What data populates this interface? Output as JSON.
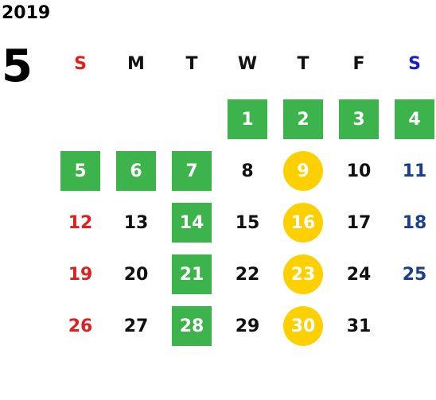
{
  "calendar": {
    "year": "2019",
    "month": "5",
    "weekdays": [
      {
        "label": "S",
        "color": "#e02020"
      },
      {
        "label": "M",
        "color": "#111111"
      },
      {
        "label": "T",
        "color": "#111111"
      },
      {
        "label": "W",
        "color": "#111111"
      },
      {
        "label": "T",
        "color": "#111111"
      },
      {
        "label": "F",
        "color": "#111111"
      },
      {
        "label": "S",
        "color": "#1a1ad0"
      }
    ],
    "first_weekday_index": 3,
    "days": [
      {
        "day": "1",
        "style": "green"
      },
      {
        "day": "2",
        "style": "green"
      },
      {
        "day": "3",
        "style": "green"
      },
      {
        "day": "4",
        "style": "green"
      },
      {
        "day": "5",
        "style": "green"
      },
      {
        "day": "6",
        "style": "green"
      },
      {
        "day": "7",
        "style": "green"
      },
      {
        "day": "8",
        "style": "plain"
      },
      {
        "day": "9",
        "style": "yellow"
      },
      {
        "day": "10",
        "style": "plain"
      },
      {
        "day": "11",
        "style": "blue"
      },
      {
        "day": "12",
        "style": "red"
      },
      {
        "day": "13",
        "style": "plain"
      },
      {
        "day": "14",
        "style": "green"
      },
      {
        "day": "15",
        "style": "plain"
      },
      {
        "day": "16",
        "style": "yellow"
      },
      {
        "day": "17",
        "style": "plain"
      },
      {
        "day": "18",
        "style": "blue"
      },
      {
        "day": "19",
        "style": "red"
      },
      {
        "day": "20",
        "style": "plain"
      },
      {
        "day": "21",
        "style": "green"
      },
      {
        "day": "22",
        "style": "plain"
      },
      {
        "day": "23",
        "style": "yellow"
      },
      {
        "day": "24",
        "style": "plain"
      },
      {
        "day": "25",
        "style": "blue"
      },
      {
        "day": "26",
        "style": "red"
      },
      {
        "day": "27",
        "style": "plain"
      },
      {
        "day": "28",
        "style": "green"
      },
      {
        "day": "29",
        "style": "plain"
      },
      {
        "day": "30",
        "style": "yellow"
      },
      {
        "day": "31",
        "style": "plain"
      }
    ]
  }
}
